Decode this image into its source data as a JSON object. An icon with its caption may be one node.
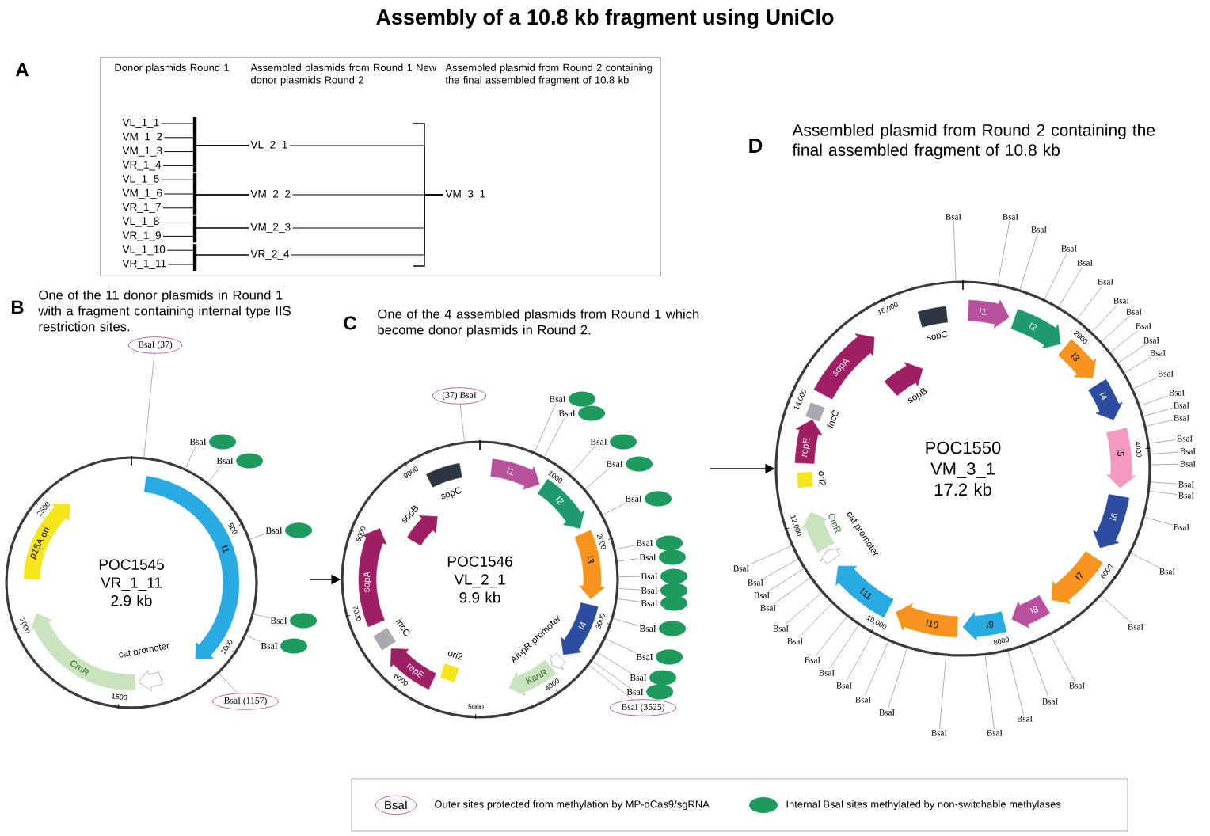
{
  "diagram": {
    "title": "Assembly of a 10.8 kb fragment using UniClo",
    "nodes": [
      {
        "text": [
          "Donor plasmids Round 1",
          "Assembled plasmids from Round 1 New donor plasmids Round 2",
          "Assembled plasmid from Round 2 containing the final assembled fragment of 10.8 kb"
        ]
      },
      {
        "text": [
          "VL_1_1"
        ],
        "in": 0
      },
      {
        "text": [
          "VM_1_2"
        ],
        "in": 0
      },
      {
        "text": [
          "VM_1_3"
        ],
        "in": 0
      },
      {
        "text": [
          "VR_1_4"
        ],
        "in": 0
      },
      {
        "text": [
          "VL_1_5"
        ],
        "in": 0
      },
      {
        "text": [
          "VM_1_6"
        ],
        "in": 0
      },
      {
        "text": [
          "VR_1_7"
        ],
        "in": 0
      },
      {
        "text": [
          "VL_1_8"
        ],
        "in": 0
      },
      {
        "text": [
          "VR_1_9"
        ],
        "in": 0
      },
      {
        "text": [
          "VL_1_10"
        ],
        "in": 0
      },
      {
        "text": [
          "VR_1_11"
        ],
        "in": 0
      },
      {
        "text": [
          "VL_2_1"
        ],
        "in": 0
      },
      {
        "text": [
          "VM_2_2"
        ],
        "in": 0
      },
      {
        "text": [
          "VM_2_3"
        ],
        "in": 0
      },
      {
        "text": [
          "VR_2_4"
        ],
        "in": 0
      },
      {
        "text": [
          "VM_3_1"
        ],
        "in": 0
      },
      {
        "text": [
          "POC1545 VR_1_11 2.9 kb"
        ]
      },
      {
        "text": [
          "I1"
        ],
        "in": 17
      },
      {
        "text": [
          "cat promoter"
        ],
        "in": 17
      },
      {
        "text": [
          "CmR"
        ],
        "in": 17
      },
      {
        "text": [
          "p15A ori"
        ],
        "in": 17
      },
      {
        "text": [
          "BsaI (37)"
        ]
      },
      {
        "text": [],
        "shape": "ellipse",
        "beside": [
          "BsaI"
        ]
      },
      {
        "text": [],
        "shape": "ellipse",
        "beside": [
          "BsaI"
        ]
      },
      {
        "text": [],
        "shape": "ellipse",
        "beside": [
          "BsaI"
        ]
      },
      {
        "text": [],
        "shape": "ellipse",
        "beside": [
          "BsaI"
        ]
      },
      {
        "text": [],
        "shape": "ellipse",
        "beside": [
          "BsaI"
        ]
      },
      {
        "text": [
          "BsaI (1157)"
        ]
      },
      {
        "text": [
          "POC1546 VL_2_1 9.9 kb"
        ]
      },
      {
        "text": [
          "I1"
        ],
        "in": 29
      },
      {
        "text": [
          "I2"
        ],
        "in": 29
      },
      {
        "text": [
          "I3"
        ],
        "in": 29
      },
      {
        "text": [
          "I4"
        ],
        "in": 29
      },
      {
        "text": [
          "AmpR promoter"
        ],
        "in": 29
      },
      {
        "text": [
          "KanR"
        ],
        "in": 29
      },
      {
        "text": [
          "ori2"
        ],
        "in": 29
      },
      {
        "text": [
          "repE"
        ],
        "in": 29
      },
      {
        "text": [
          "incC"
        ],
        "in": 29
      },
      {
        "text": [
          "sopA"
        ],
        "in": 29
      },
      {
        "text": [
          "sopB"
        ],
        "in": 29
      },
      {
        "text": [
          "sopC"
        ],
        "in": 29
      },
      {
        "text": [
          "(37) BsaI"
        ]
      },
      {
        "text": [],
        "shape": "ellipse",
        "beside": [
          "BsaI"
        ]
      },
      {
        "text": [],
        "shape": "ellipse",
        "beside": [
          "BsaI"
        ]
      },
      {
        "text": [],
        "shape": "ellipse",
        "beside": [
          "BsaI"
        ]
      },
      {
        "text": [],
        "shape": "ellipse",
        "beside": [
          "BsaI"
        ]
      },
      {
        "text": [],
        "shape": "ellipse",
        "beside": [
          "BsaI"
        ]
      },
      {
        "text": [],
        "shape": "ellipse",
        "beside": [
          "BsaI"
        ]
      },
      {
        "text": [],
        "shape": "ellipse",
        "beside": [
          "BsaI"
        ]
      },
      {
        "text": [],
        "shape": "ellipse",
        "beside": [
          "BsaI"
        ]
      },
      {
        "text": [],
        "shape": "ellipse",
        "beside": [
          "BsaI"
        ]
      },
      {
        "text": [],
        "shape": "ellipse",
        "beside": [
          "BsaI"
        ]
      },
      {
        "text": [],
        "shape": "ellipse",
        "beside": [
          "BsaI"
        ]
      },
      {
        "text": [],
        "shape": "ellipse",
        "beside": [
          "BsaI"
        ]
      },
      {
        "text": [],
        "shape": "ellipse",
        "beside": [
          "BsaI"
        ]
      },
      {
        "text": [],
        "shape": "ellipse",
        "beside": [
          "BsaI"
        ]
      },
      {
        "text": [
          "BsaI (3525)"
        ]
      },
      {
        "text": [
          "POC1550 VM_3_1 17.2 kb"
        ]
      },
      {
        "text": [
          "I1"
        ],
        "in": 58
      },
      {
        "text": [
          "I2"
        ],
        "in": 58
      },
      {
        "text": [
          "I3"
        ],
        "in": 58
      },
      {
        "text": [
          "I4"
        ],
        "in": 58
      },
      {
        "text": [
          "I5"
        ],
        "in": 58
      },
      {
        "text": [
          "I6"
        ],
        "in": 58
      },
      {
        "text": [
          "I7"
        ],
        "in": 58
      },
      {
        "text": [
          "I8"
        ],
        "in": 58
      },
      {
        "text": [
          "I9"
        ],
        "in": 58
      },
      {
        "text": [
          "I10"
        ],
        "in": 58
      },
      {
        "text": [
          "I11"
        ],
        "in": 58
      },
      {
        "text": [
          "cat promoter"
        ],
        "in": 58
      },
      {
        "text": [
          "CmR"
        ],
        "in": 58
      },
      {
        "text": [
          "ori2"
        ],
        "in": 58
      },
      {
        "text": [
          "repE"
        ],
        "in": 58
      },
      {
        "text": [
          "incC"
        ],
        "in": 58
      },
      {
        "text": [
          "sopA"
        ],
        "in": 58
      },
      {
        "text": [
          "sopB"
        ],
        "in": 58
      },
      {
        "text": [
          "sopC"
        ],
        "in": 58
      },
      {
        "text": [
          "BsaI"
        ]
      },
      {
        "text": [
          "BsaI"
        ]
      },
      {
        "text": [
          "BsaI"
        ]
      },
      {
        "text": [
          "BsaI"
        ]
      },
      {
        "text": [
          "BsaI"
        ]
      },
      {
        "text": [
          "BsaI"
        ]
      },
      {
        "text": [
          "BsaI"
        ]
      },
      {
        "text": [
          "BsaI"
        ]
      },
      {
        "text": [
          "BsaI"
        ]
      },
      {
        "text": [
          "BsaI"
        ]
      },
      {
        "text": [
          "BsaI"
        ]
      },
      {
        "text": [
          "BsaI"
        ]
      },
      {
        "text": [
          "BsaI"
        ]
      },
      {
        "text": [
          "BsaI"
        ]
      },
      {
        "text": [
          "BsaI"
        ]
      },
      {
        "text": [
          "BsaI"
        ]
      },
      {
        "text": [
          "BsaI"
        ]
      },
      {
        "text": [
          "BsaI"
        ]
      },
      {
        "text": [
          "BsaI"
        ]
      },
      {
        "text": [
          "BsaI"
        ]
      },
      {
        "text": [
          "BsaI"
        ]
      },
      {
        "text": [
          "BsaI"
        ]
      },
      {
        "text": [
          "BsaI"
        ]
      },
      {
        "text": [
          "BsaI"
        ]
      },
      {
        "text": [
          "BsaI"
        ]
      },
      {
        "text": [
          "BsaI"
        ]
      },
      {
        "text": [
          "BsaI"
        ]
      },
      {
        "text": [
          "BsaI"
        ]
      },
      {
        "text": [
          "BsaI"
        ]
      },
      {
        "text": [
          "BsaI"
        ]
      },
      {
        "text": [
          "BsaI"
        ]
      },
      {
        "text": [
          "BsaI"
        ]
      },
      {
        "text": [
          "BsaI"
        ]
      },
      {
        "text": [
          "BsaI"
        ]
      },
      {
        "text": [
          "BsaI"
        ]
      },
      {
        "text": [
          "BsaI"
        ]
      },
      {
        "text": [
          "BsaI"
        ]
      },
      {
        "text": [
          "BsaI"
        ]
      },
      {
        "text": [
          "BsaI"
        ]
      }
    ],
    "edges": [
      {
        "from": 1,
        "to": 12,
        "arrow": "none",
        "color": "#000000"
      },
      {
        "from": 2,
        "to": 12,
        "arrow": "none",
        "color": "#000000"
      },
      {
        "from": 3,
        "to": 12,
        "arrow": "none",
        "color": "#000000"
      },
      {
        "from": 4,
        "to": 12,
        "arrow": "none",
        "color": "#000000"
      },
      {
        "from": 5,
        "to": 13,
        "arrow": "none",
        "color": "#000000"
      },
      {
        "from": 6,
        "to": 13,
        "arrow": "none",
        "color": "#000000"
      },
      {
        "from": 7,
        "to": 13,
        "arrow": "none",
        "color": "#000000"
      },
      {
        "from": 8,
        "to": 14,
        "arrow": "none",
        "color": "#000000"
      },
      {
        "from": 9,
        "to": 14,
        "arrow": "none",
        "color": "#000000"
      },
      {
        "from": 10,
        "to": 15,
        "arrow": "none",
        "color": "#000000"
      },
      {
        "from": 11,
        "to": 15,
        "arrow": "none",
        "color": "#000000"
      },
      {
        "from": 12,
        "to": 16,
        "arrow": "none",
        "color": "#000000"
      },
      {
        "from": 13,
        "to": 16,
        "arrow": "none",
        "color": "#000000"
      },
      {
        "from": 14,
        "to": 16,
        "arrow": "none",
        "color": "#000000"
      },
      {
        "from": 15,
        "to": 16,
        "arrow": "none",
        "color": "#000000"
      },
      {
        "from": null,
        "to": 29,
        "arrow": "to",
        "color": "#000000"
      },
      {
        "from": null,
        "to": 58,
        "arrow": "to",
        "color": "#000000"
      },
      {
        "from": 22,
        "to": 17,
        "arrow": "none"
      },
      {
        "from": 23,
        "to": 17,
        "arrow": "none"
      },
      {
        "from": 24,
        "to": 17,
        "arrow": "none"
      },
      {
        "from": 25,
        "to": 17,
        "arrow": "none"
      },
      {
        "from": 26,
        "to": 17,
        "arrow": "none"
      },
      {
        "from": 27,
        "to": 17,
        "arrow": "none"
      },
      {
        "from": 28,
        "to": 17,
        "arrow": "none"
      },
      {
        "from": 42,
        "to": 29,
        "arrow": "none"
      },
      {
        "from": 43,
        "to": 29,
        "arrow": "none"
      },
      {
        "from": 44,
        "to": 29,
        "arrow": "none"
      },
      {
        "from": 45,
        "to": 29,
        "arrow": "none"
      },
      {
        "from": 46,
        "to": 29,
        "arrow": "none"
      },
      {
        "from": 47,
        "to": 29,
        "arrow": "none"
      },
      {
        "from": 48,
        "to": 29,
        "arrow": "none"
      },
      {
        "from": 49,
        "to": 29,
        "arrow": "none"
      },
      {
        "from": 50,
        "to": 29,
        "arrow": "none"
      },
      {
        "from": 51,
        "to": 29,
        "arrow": "none"
      },
      {
        "from": 52,
        "to": 29,
        "arrow": "none"
      },
      {
        "from": 53,
        "to": 29,
        "arrow": "none"
      },
      {
        "from": 54,
        "to": 29,
        "arrow": "none"
      },
      {
        "from": 55,
        "to": 29,
        "arrow": "none"
      },
      {
        "from": 56,
        "to": 29,
        "arrow": "none"
      },
      {
        "from": 57,
        "to": 29,
        "arrow": "none"
      },
      {
        "from": 78,
        "to": 58,
        "arrow": "none"
      },
      {
        "from": 79,
        "to": 58,
        "arrow": "none"
      },
      {
        "from": 80,
        "to": 58,
        "arrow": "none"
      },
      {
        "from": 81,
        "to": 58,
        "arrow": "none"
      },
      {
        "from": 82,
        "to": 58,
        "arrow": "none"
      },
      {
        "from": 83,
        "to": 58,
        "arrow": "none"
      },
      {
        "from": 84,
        "to": 58,
        "arrow": "none"
      },
      {
        "from": 85,
        "to": 58,
        "arrow": "none"
      },
      {
        "from": 86,
        "to": 58,
        "arrow": "none"
      },
      {
        "from": 87,
        "to": 58,
        "arrow": "none"
      },
      {
        "from": 88,
        "to": 58,
        "arrow": "none"
      },
      {
        "from": 89,
        "to": 58,
        "arrow": "none"
      },
      {
        "from": 90,
        "to": 58,
        "arrow": "none"
      },
      {
        "from": 91,
        "to": 58,
        "arrow": "none"
      },
      {
        "from": 92,
        "to": 58,
        "arrow": "none"
      },
      {
        "from": 93,
        "to": 58,
        "arrow": "none"
      },
      {
        "from": 94,
        "to": 58,
        "arrow": "none"
      },
      {
        "from": 95,
        "to": 58,
        "arrow": "none"
      },
      {
        "from": 96,
        "to": 58,
        "arrow": "none"
      },
      {
        "from": 97,
        "to": 58,
        "arrow": "none"
      },
      {
        "from": 98,
        "to": 58,
        "arrow": "none"
      },
      {
        "from": 99,
        "to": 58,
        "arrow": "none"
      },
      {
        "from": 100,
        "to": 58,
        "arrow": "none"
      },
      {
        "from": 101,
        "to": 58,
        "arrow": "none"
      },
      {
        "from": 102,
        "to": 58,
        "arrow": "none"
      },
      {
        "from": 103,
        "to": 58,
        "arrow": "none"
      },
      {
        "from": 104,
        "to": 58,
        "arrow": "none"
      },
      {
        "from": 105,
        "to": 58,
        "arrow": "none"
      },
      {
        "from": 106,
        "to": 58,
        "arrow": "none"
      },
      {
        "from": 107,
        "to": 58,
        "arrow": "none"
      },
      {
        "from": 108,
        "to": 58,
        "arrow": "none"
      },
      {
        "from": 109,
        "to": 58,
        "arrow": "none"
      },
      {
        "from": 110,
        "to": 58,
        "arrow": "none"
      },
      {
        "from": 111,
        "to": 58,
        "arrow": "none"
      },
      {
        "from": 112,
        "to": 58,
        "arrow": "none"
      },
      {
        "from": 113,
        "to": 58,
        "arrow": "none"
      },
      {
        "from": 114,
        "to": 58,
        "arrow": "none"
      },
      {
        "from": 115,
        "to": 58,
        "arrow": "none"
      },
      {
        "from": 116,
        "to": 58,
        "arrow": "none"
      }
    ],
    "labels": [
      "A",
      "B",
      "One of the 11 donor plasmids in Round 1 with a fragment containing internal type IIS restriction sites.",
      "C",
      "One of the 4 assembled plasmids from Round 1 which become donor plasmids in Round 2.",
      "D",
      "Assembled plasmid from Round 2 containing the final assembled fragment of 10.8 kb",
      "500",
      "1000",
      "1500",
      "2000",
      "2500",
      "1000",
      "2000",
      "3000",
      "4000",
      "5000",
      "6000",
      "7000",
      "8000",
      "9000",
      "2000",
      "4000",
      "6000",
      "8000",
      "10,000",
      "12,000",
      "14,000",
      "16,000",
      "BsaI"
    ],
    "legend": [
      {
        "text": "Outer sites protected from methylation by MP-dCas9/sgRNA"
      },
      {
        "text": "Internal BsaI sites methylated by non-switchable methylases",
        "color": "#1e9a5e"
      }
    ]
  }
}
